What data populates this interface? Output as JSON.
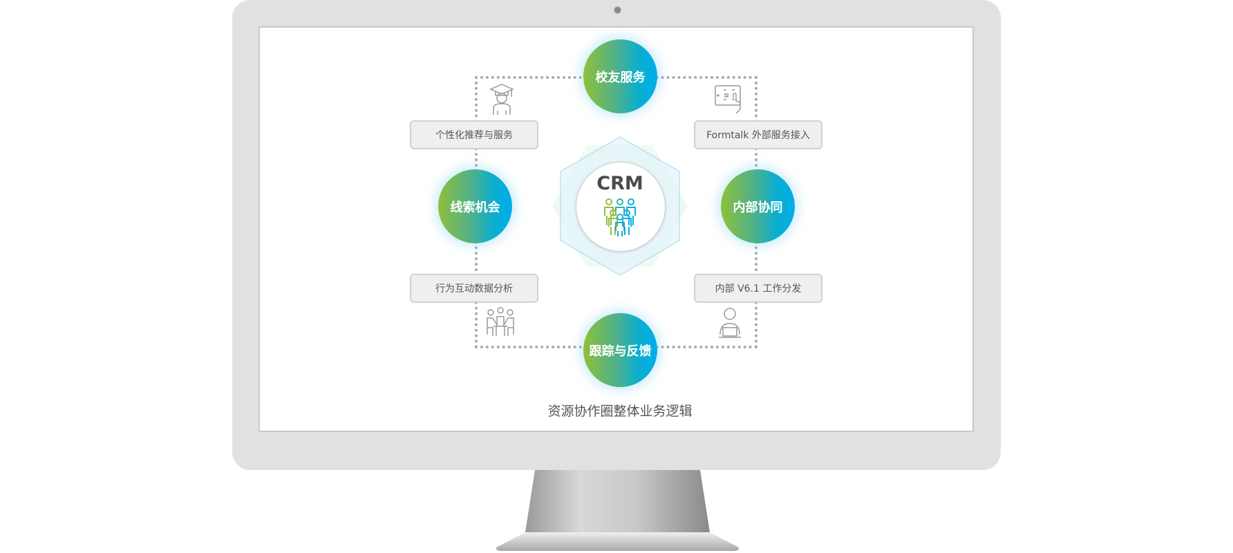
{
  "diagram": {
    "center_label": "CRM",
    "nodes": {
      "top": "校友服务",
      "left": "线索机会",
      "right": "内部协同",
      "bottom": "跟踪与反馈"
    },
    "boxes": {
      "top_left": "个性化推荐与服务",
      "top_right": "Formtalk 外部服务接入",
      "bottom_left": "行为互动数据分析",
      "bottom_right": "内部 V6.1 工作分发"
    },
    "caption": "资源协作圈整体业务逻辑"
  },
  "colors": {
    "gradient_start": "#8fc03a",
    "gradient_end": "#00aeea",
    "monitor": "#e1e1e1"
  }
}
